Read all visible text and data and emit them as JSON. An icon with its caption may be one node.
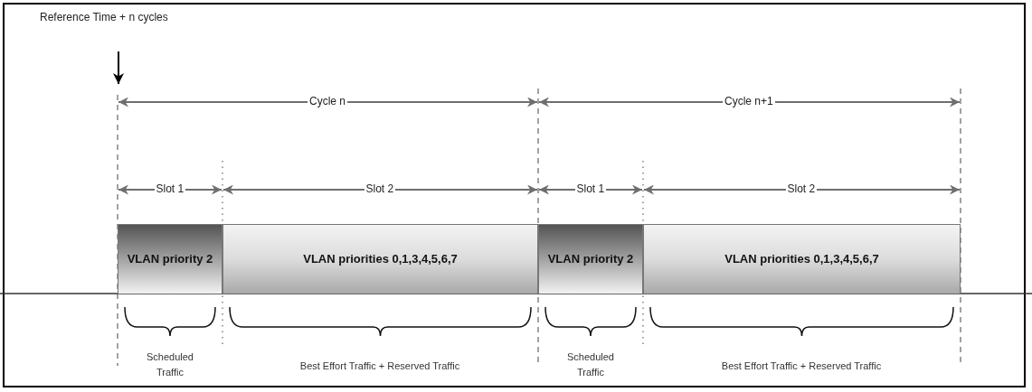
{
  "diagram": {
    "nodes": [
      {
        "text": [
          "VLAN priority 2"
        ]
      },
      {
        "text": [
          "VLAN priorities 0,1,3,4,5,6,7"
        ]
      },
      {
        "text": [
          "VLAN priority 2"
        ]
      },
      {
        "text": [
          "VLAN priorities 0,1,3,4,5,6,7"
        ]
      }
    ],
    "edges": [],
    "labels": [
      "Reference Time + n cycles",
      "Cycle n",
      "Cycle n+1",
      "Slot 1",
      "Slot 2",
      "Slot 1",
      "Slot 2",
      "Scheduled Traffic",
      "Best Effort Traffic + Reserved Traffic",
      "Scheduled Traffic",
      "Best Effort Traffic + Reserved Traffic"
    ]
  }
}
